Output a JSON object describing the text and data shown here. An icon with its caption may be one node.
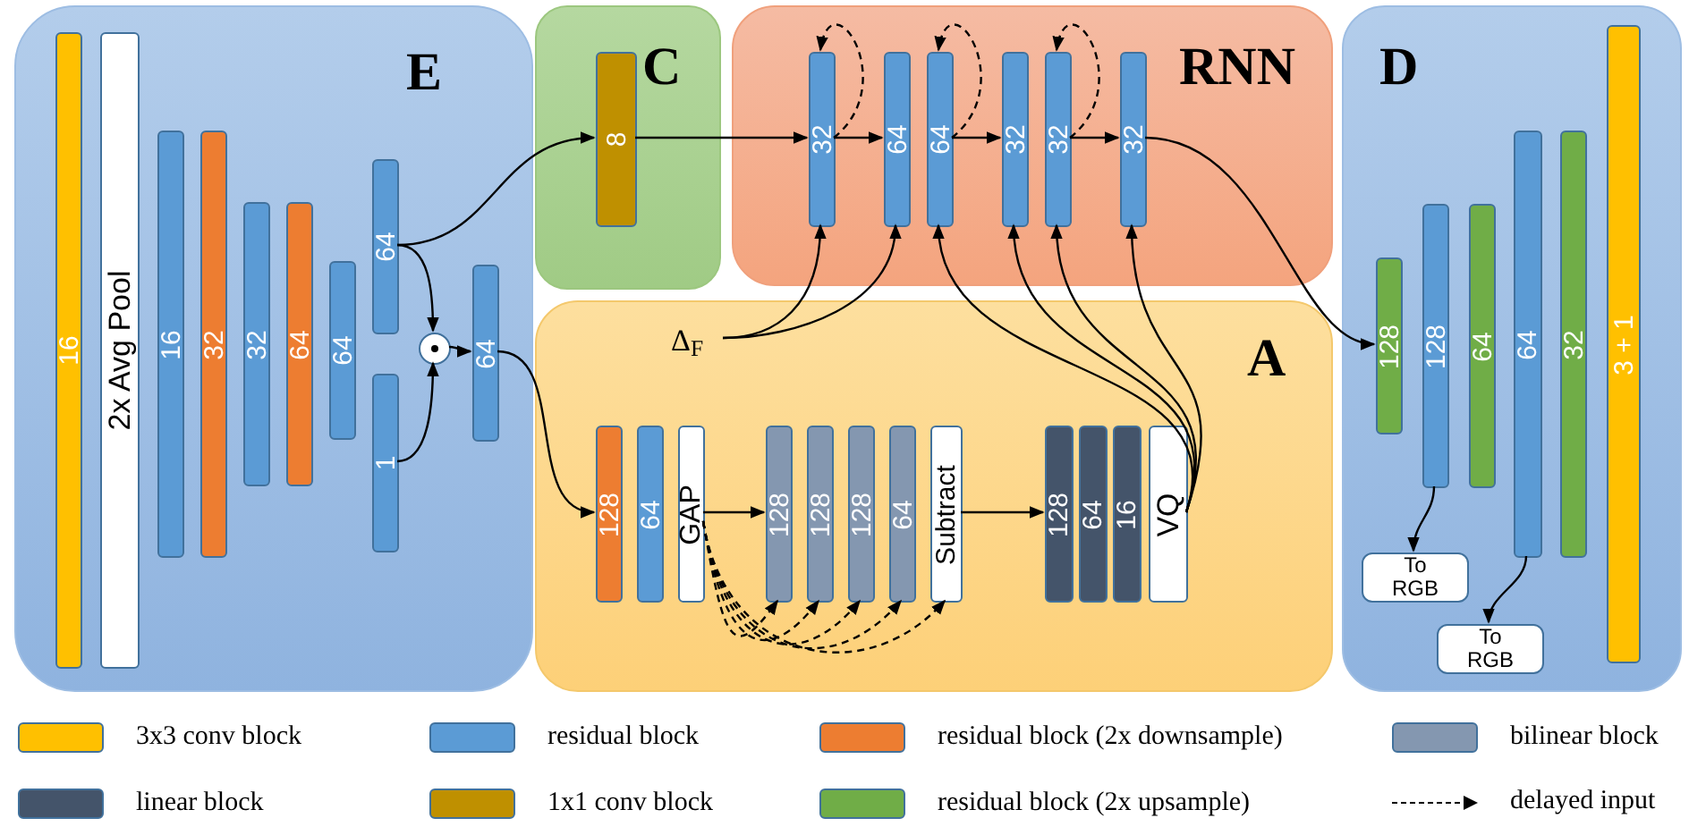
{
  "diagram": {
    "nodes": [
      {
        "text": [
          "E"
        ]
      },
      {
        "text": [
          "16"
        ],
        "in": 0
      },
      {
        "text": [
          "2x Avg Pool"
        ],
        "in": 0
      },
      {
        "text": [
          "16"
        ],
        "in": 0
      },
      {
        "text": [
          "32"
        ],
        "in": 0
      },
      {
        "text": [
          "32"
        ],
        "in": 0
      },
      {
        "text": [
          "64"
        ],
        "in": 0
      },
      {
        "text": [
          "64"
        ],
        "in": 0
      },
      {
        "text": [
          "64"
        ],
        "in": 0
      },
      {
        "text": [
          "1"
        ],
        "in": 0
      },
      {
        "text": [],
        "shape": "circle",
        "in": 0
      },
      {
        "text": [
          "64"
        ],
        "in": 0
      },
      {
        "text": [
          "C"
        ]
      },
      {
        "text": [
          "8"
        ],
        "in": 12
      },
      {
        "text": [
          "RNN"
        ]
      },
      {
        "text": [
          "32"
        ],
        "in": 14
      },
      {
        "text": [
          "64"
        ],
        "in": 14
      },
      {
        "text": [
          "64"
        ],
        "in": 14
      },
      {
        "text": [
          "32"
        ],
        "in": 14
      },
      {
        "text": [
          "32"
        ],
        "in": 14
      },
      {
        "text": [
          "32"
        ],
        "in": 14
      },
      {
        "text": [
          "A"
        ]
      },
      {
        "text": [
          "Δ$_{F}$"
        ],
        "in": 21
      },
      {
        "text": [
          "128"
        ],
        "in": 21
      },
      {
        "text": [
          "64"
        ],
        "in": 21
      },
      {
        "text": [
          "GAP"
        ],
        "in": 21
      },
      {
        "text": [
          "128"
        ],
        "in": 21
      },
      {
        "text": [
          "128"
        ],
        "in": 21
      },
      {
        "text": [
          "128"
        ],
        "in": 21
      },
      {
        "text": [
          "64"
        ],
        "in": 21
      },
      {
        "text": [
          "Subtract"
        ],
        "in": 21
      },
      {
        "text": [
          "128"
        ],
        "in": 21
      },
      {
        "text": [
          "64"
        ],
        "in": 21
      },
      {
        "text": [
          "16"
        ],
        "in": 21
      },
      {
        "text": [
          "VQ"
        ],
        "in": 21
      },
      {
        "text": [
          "D"
        ]
      },
      {
        "text": [
          "128"
        ],
        "in": 35
      },
      {
        "text": [
          "128"
        ],
        "in": 35
      },
      {
        "text": [
          "64"
        ],
        "in": 35
      },
      {
        "text": [
          "64"
        ],
        "in": 35
      },
      {
        "text": [
          "32"
        ],
        "in": 35
      },
      {
        "text": [
          "3 + 1"
        ],
        "in": 35
      },
      {
        "text": [
          "To RGB"
        ],
        "in": 35
      },
      {
        "text": [
          "To RGB"
        ],
        "in": 35
      }
    ],
    "edges": [
      {
        "from": 8,
        "to": 10,
        "arrow": "to"
      },
      {
        "from": 9,
        "to": 10,
        "arrow": "to"
      },
      {
        "from": 10,
        "to": 11,
        "arrow": "to"
      },
      {
        "from": 8,
        "to": 13,
        "arrow": "to"
      },
      {
        "from": 11,
        "to": 23,
        "arrow": "to"
      },
      {
        "from": 13,
        "to": 15,
        "arrow": "to"
      },
      {
        "from": 15,
        "to": 15,
        "arrow": "to",
        "style": "dashed"
      },
      {
        "from": 15,
        "to": 16,
        "arrow": "to"
      },
      {
        "from": 17,
        "to": 17,
        "arrow": "to",
        "style": "dashed"
      },
      {
        "from": 17,
        "to": 18,
        "arrow": "to"
      },
      {
        "from": 19,
        "to": 19,
        "arrow": "to",
        "style": "dashed"
      },
      {
        "from": 19,
        "to": 20,
        "arrow": "to"
      },
      {
        "from": 22,
        "to": 15,
        "arrow": "to"
      },
      {
        "from": 22,
        "to": 16,
        "arrow": "to"
      },
      {
        "from": 34,
        "to": 17,
        "arrow": "to"
      },
      {
        "from": 34,
        "to": 18,
        "arrow": "to"
      },
      {
        "from": 34,
        "to": 19,
        "arrow": "to"
      },
      {
        "from": 34,
        "to": 20,
        "arrow": "to"
      },
      {
        "from": 20,
        "to": 36,
        "arrow": "to"
      },
      {
        "from": 25,
        "to": 26,
        "arrow": "to"
      },
      {
        "from": 25,
        "to": 26,
        "arrow": "to",
        "style": "dashed"
      },
      {
        "from": 25,
        "to": 27,
        "arrow": "to",
        "style": "dashed"
      },
      {
        "from": 25,
        "to": 28,
        "arrow": "to",
        "style": "dashed"
      },
      {
        "from": 25,
        "to": 29,
        "arrow": "to",
        "style": "dashed"
      },
      {
        "from": 25,
        "to": 30,
        "arrow": "to",
        "style": "dashed"
      },
      {
        "from": 30,
        "to": 31,
        "arrow": "to"
      },
      {
        "from": 37,
        "to": 42,
        "arrow": "to"
      },
      {
        "from": 39,
        "to": 43,
        "arrow": "to"
      }
    ],
    "legend": [
      {
        "text": "3x3 conv block",
        "color": "#ffc000"
      },
      {
        "text": "residual block",
        "color": "#5b9bd5"
      },
      {
        "text": "residual block (2x downsample)",
        "color": "#ed7d31"
      },
      {
        "text": "bilinear block",
        "color": "#8497b0"
      },
      {
        "text": "linear block",
        "color": "#44546a"
      },
      {
        "text": "1x1 conv block",
        "color": "#bf9000"
      },
      {
        "text": "residual block (2x upsample)",
        "color": "#70ad47"
      },
      {
        "text": "delayed input"
      }
    ]
  }
}
